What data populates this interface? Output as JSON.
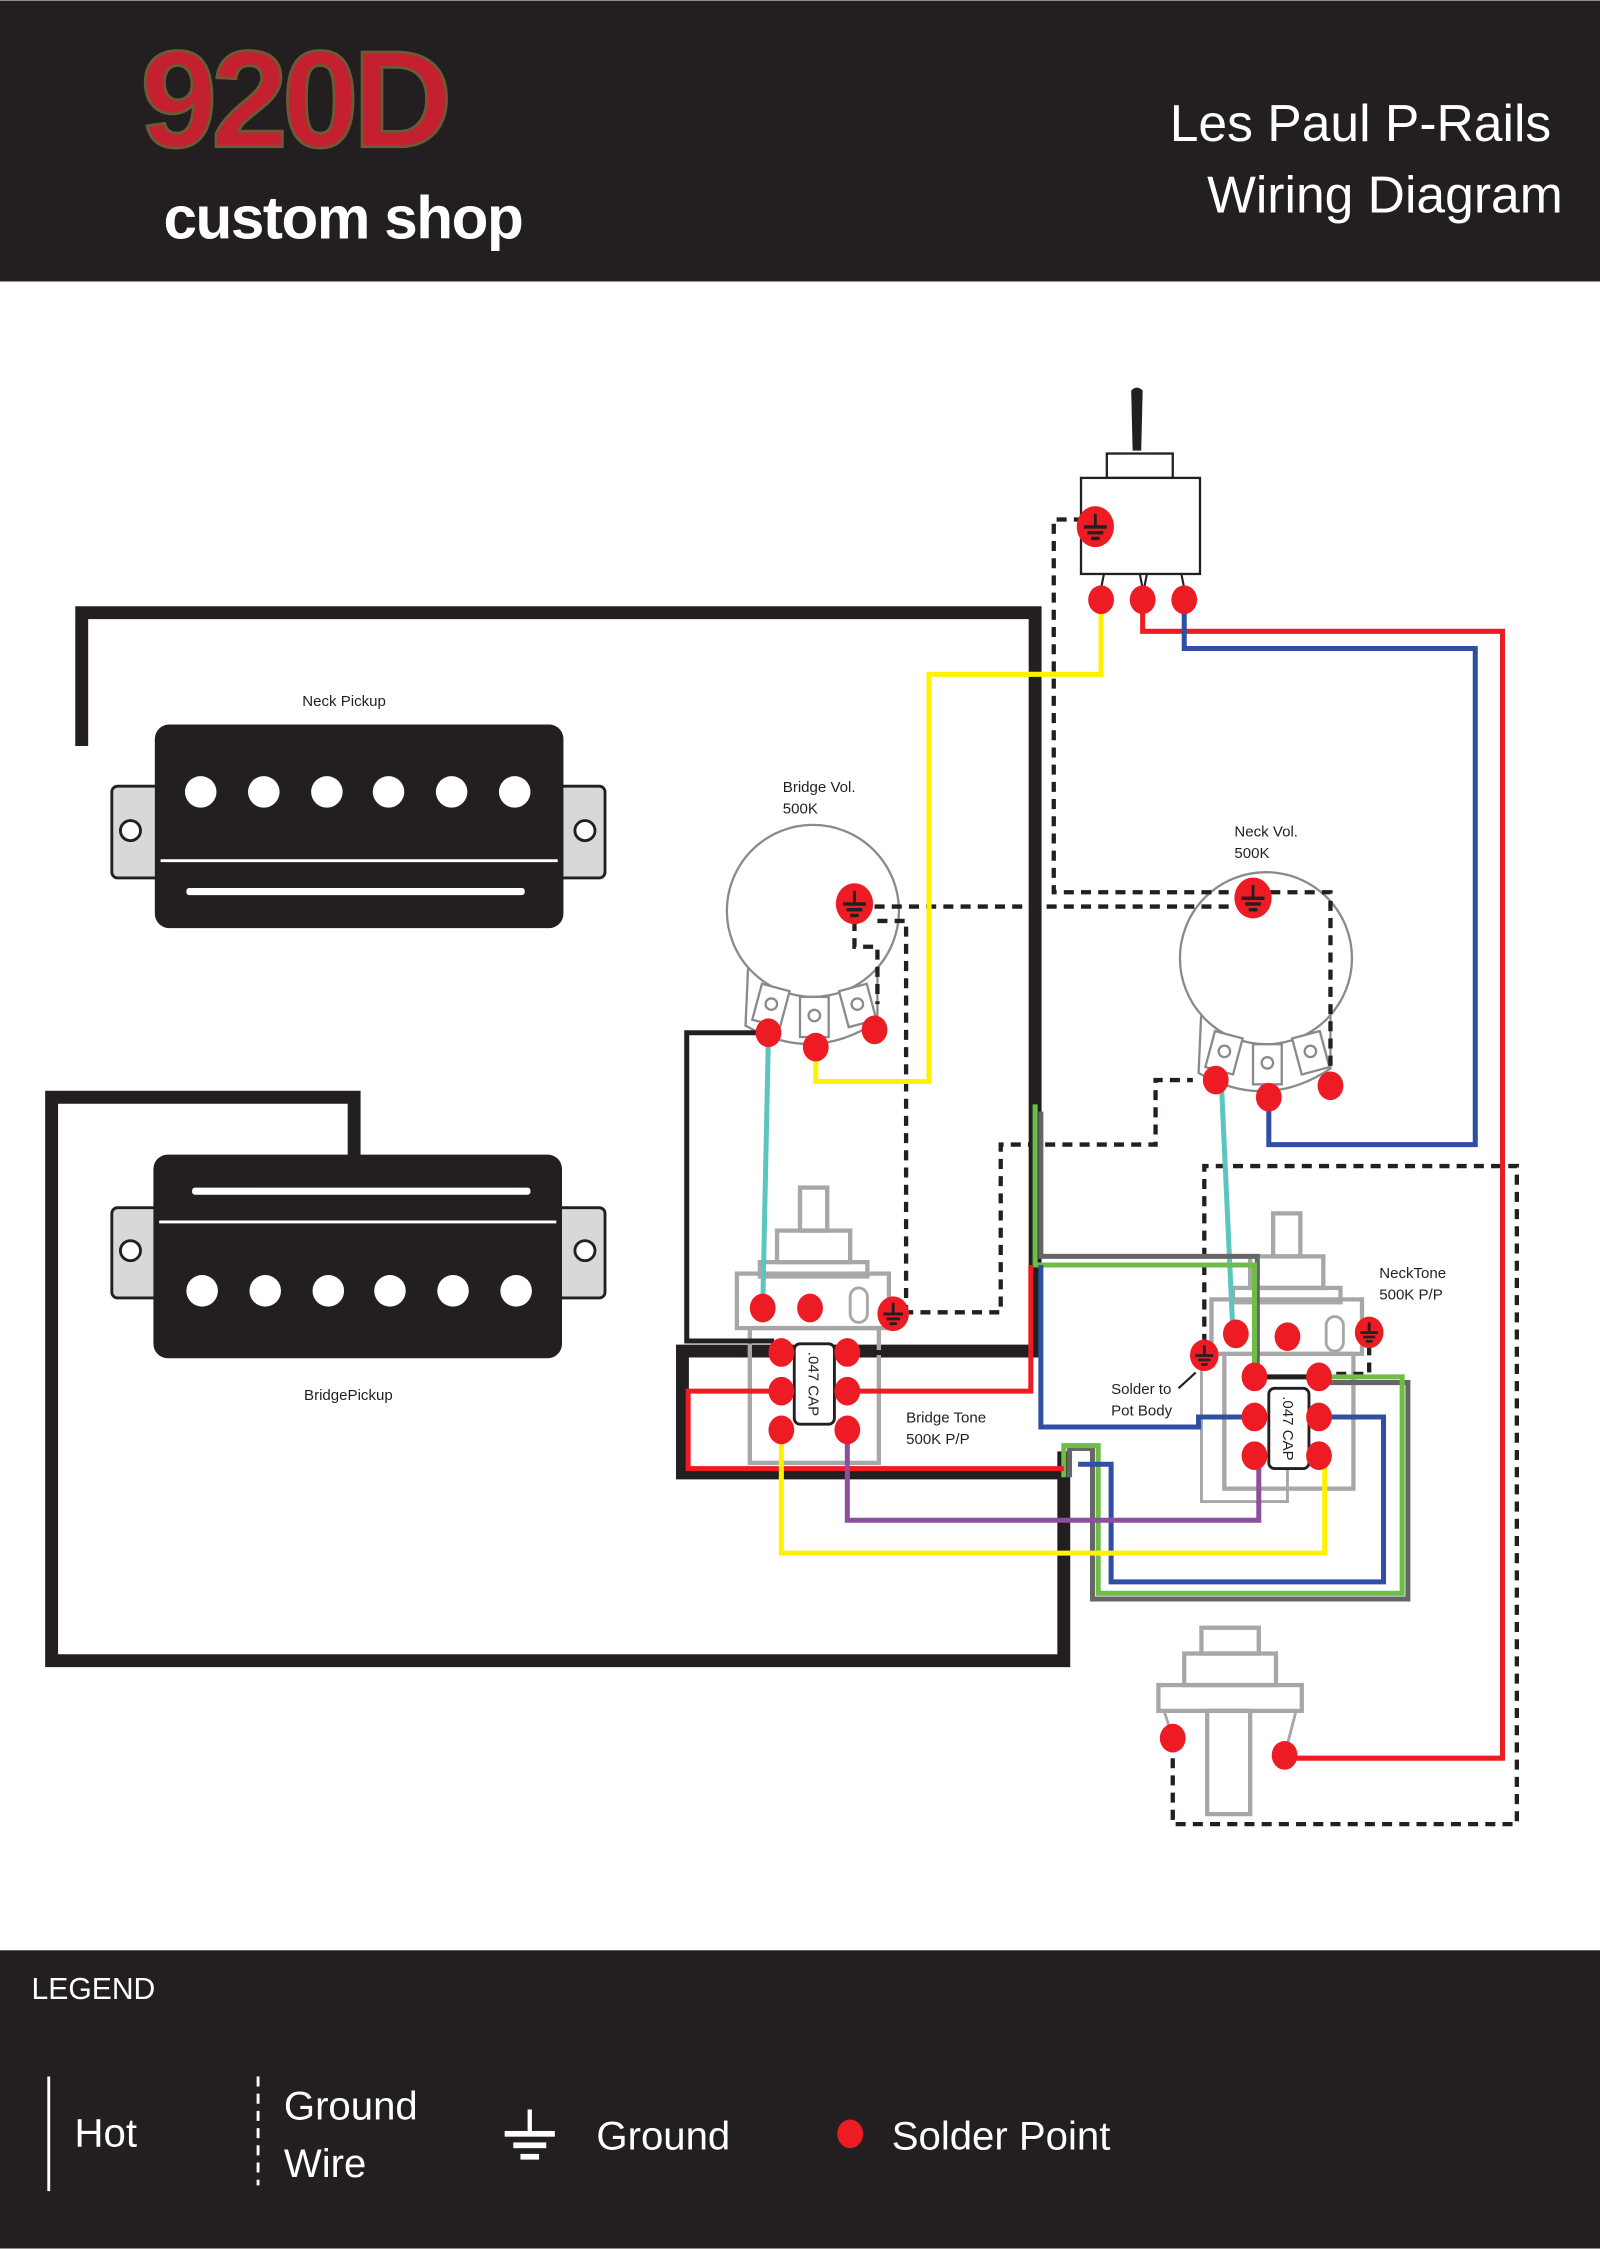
{
  "header": {
    "logo_main": "920D",
    "logo_sub": "custom shop",
    "title_line1": "Les Paul P-Rails",
    "title_line2": "Wiring Diagram"
  },
  "diagram": {
    "neck_pickup_label": "Neck Pickup",
    "bridge_pickup_label": "BridgePickup",
    "bridge_vol_label": "Bridge Vol.",
    "bridge_vol_value": "500K",
    "neck_vol_label": "Neck Vol.",
    "neck_vol_value": "500K",
    "bridge_tone_label": "Bridge Tone",
    "bridge_tone_value": "500K P/P",
    "neck_tone_label": "NeckTone",
    "neck_tone_value": "500K P/P",
    "cap_label": ".047 CAP",
    "solder_note_line1": "Solder to",
    "solder_note_line2": "Pot Body"
  },
  "legend": {
    "title": "LEGEND",
    "hot": "Hot",
    "ground_wire_line1": "Ground",
    "ground_wire_line2": "Wire",
    "ground": "Ground",
    "solder_point": "Solder Point"
  },
  "colors": {
    "header_bg": "#231f20",
    "solder_red": "#ed1c24",
    "logo_red": "#c4202f",
    "wire_yellow": "#fff200",
    "wire_blue": "#2e4fa3",
    "wire_green": "#6dbe45",
    "wire_cyan": "#5bc5c0",
    "wire_purple": "#8e4e9e",
    "wire_gray": "#666666"
  }
}
